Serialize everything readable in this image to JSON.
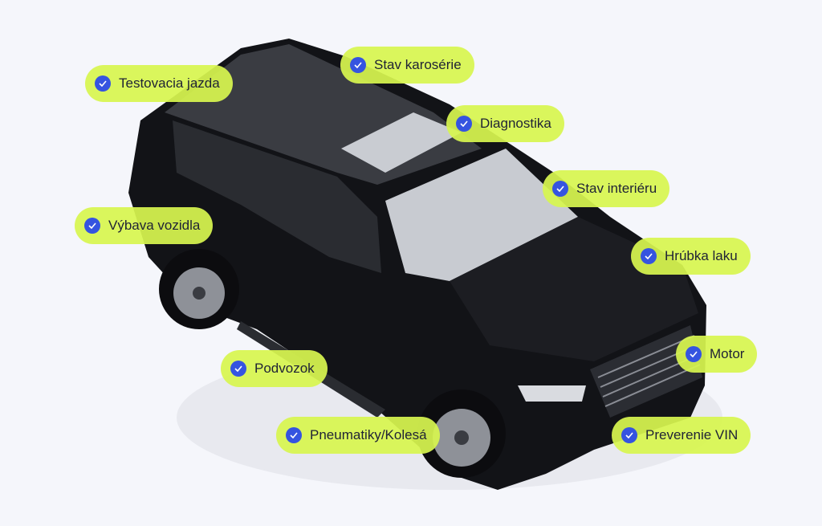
{
  "labels": [
    {
      "id": "testovacia-jazda",
      "text": "Testovacia jazda"
    },
    {
      "id": "stav-karoserie",
      "text": "Stav karosérie"
    },
    {
      "id": "diagnostika",
      "text": "Diagnostika"
    },
    {
      "id": "stav-interieru",
      "text": "Stav interiéru"
    },
    {
      "id": "vybava-vozidla",
      "text": "Výbava vozidla"
    },
    {
      "id": "hrubka-laku",
      "text": "Hrúbka laku"
    },
    {
      "id": "motor",
      "text": "Motor"
    },
    {
      "id": "podvozok",
      "text": "Podvozok"
    },
    {
      "id": "pneumatiky-kolesa",
      "text": "Pneumatiky/Kolesá"
    },
    {
      "id": "preverenie-vin",
      "text": "Preverenie VIN"
    }
  ],
  "colors": {
    "pill": "#d7f550",
    "check": "#3554e0",
    "car": "#111216"
  }
}
